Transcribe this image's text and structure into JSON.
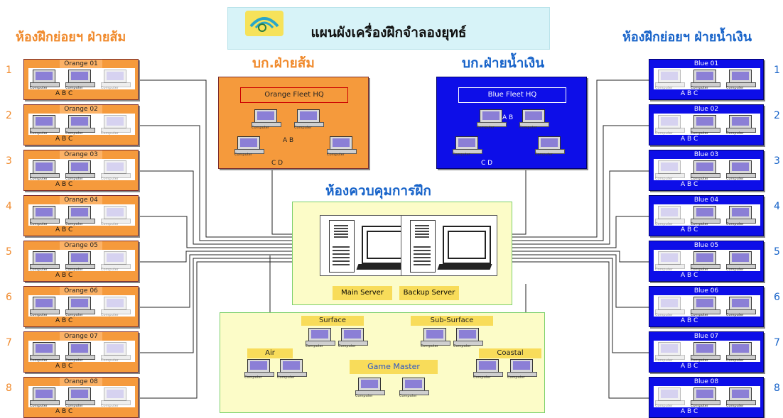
{
  "title": "แผนผังเครื่องฝึกจำลองยุทธ์",
  "headings": {
    "orange_rooms": "ห้องฝึกย่อยฯ ฝ่ายส้ม",
    "blue_rooms": "ห้องฝึกย่อยฯ ฝ่ายน้ำเงิน",
    "orange_hq": "บก.ฝ่ายส้ม",
    "blue_hq": "บก.ฝ่ายน้ำเงิน",
    "control_room": "ห้องควบคุมการฝึก"
  },
  "computer_label": "Computer",
  "orange_rooms": [
    {
      "number": "1",
      "name": "Orange 01",
      "seats": "A B C"
    },
    {
      "number": "2",
      "name": "Orange 02",
      "seats": "A B C"
    },
    {
      "number": "3",
      "name": "Orange 03",
      "seats": "A B C"
    },
    {
      "number": "4",
      "name": "Orange 04",
      "seats": "A B C"
    },
    {
      "number": "5",
      "name": "Orange 05",
      "seats": "A B C"
    },
    {
      "number": "6",
      "name": "Orange 06",
      "seats": "A B C"
    },
    {
      "number": "7",
      "name": "Orange 07",
      "seats": "A B C"
    },
    {
      "number": "8",
      "name": "Orange 08",
      "seats": "A B C"
    }
  ],
  "blue_rooms": [
    {
      "number": "1",
      "name": "Blue 01",
      "seats": "A B C"
    },
    {
      "number": "2",
      "name": "Blue 02",
      "seats": "A B C"
    },
    {
      "number": "3",
      "name": "Blue 03",
      "seats": "A B C"
    },
    {
      "number": "4",
      "name": "Blue 04",
      "seats": "A B C"
    },
    {
      "number": "5",
      "name": "Blue 05",
      "seats": "A B C"
    },
    {
      "number": "6",
      "name": "Blue 06",
      "seats": "A B C"
    },
    {
      "number": "7",
      "name": "Blue 07",
      "seats": "A B C"
    },
    {
      "number": "8",
      "name": "Blue 08",
      "seats": "A B C"
    }
  ],
  "orange_hq": {
    "name": "Orange Fleet HQ",
    "seats_top": "A B",
    "seats_bottom": "C D"
  },
  "blue_hq": {
    "name": "Blue Fleet HQ",
    "seats_top": "A B",
    "seats_bottom": "C D"
  },
  "servers": {
    "main": "Main Server",
    "backup": "Backup Server"
  },
  "game_units": {
    "surface": "Surface",
    "sub_surface": "Sub-Surface",
    "air": "Air",
    "coastal": "Coastal",
    "game_master": "Game Master"
  },
  "colors": {
    "orange": "#f59a3c",
    "blue": "#0d0ee8",
    "title_orange": "#f08a2c",
    "title_blue": "#1763c9"
  }
}
